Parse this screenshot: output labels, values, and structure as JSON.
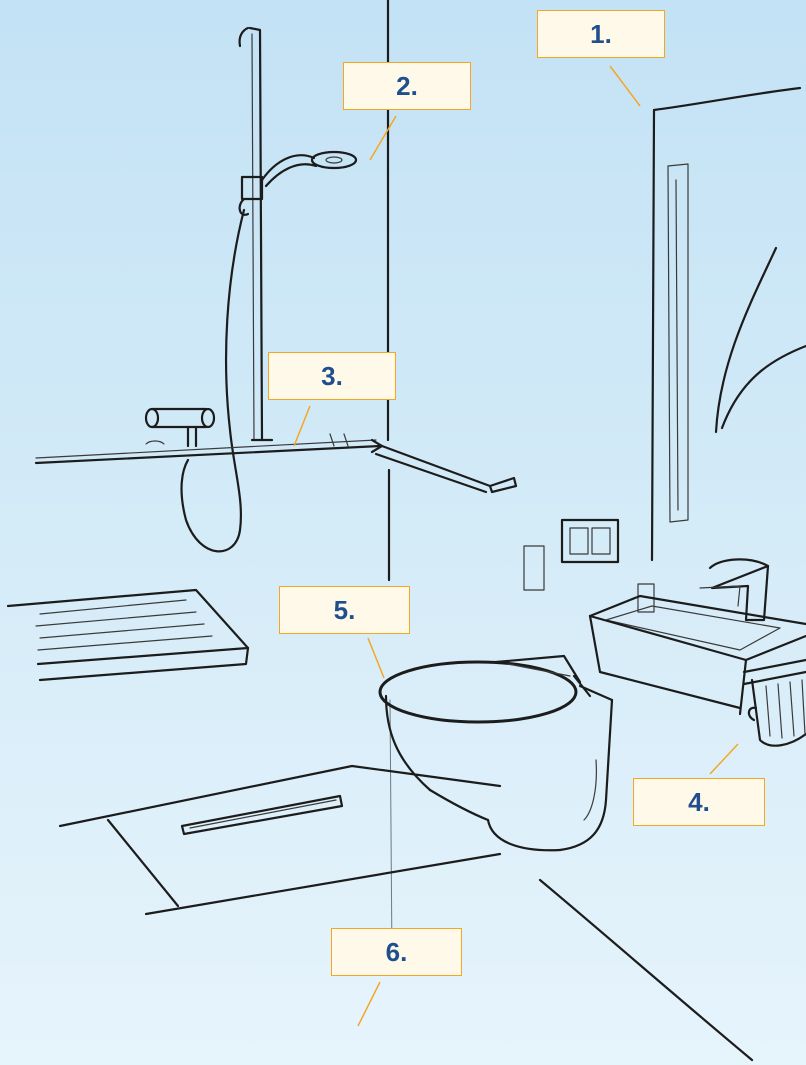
{
  "callouts": [
    {
      "id": "1",
      "label": "1."
    },
    {
      "id": "2",
      "label": "2."
    },
    {
      "id": "3",
      "label": "3."
    },
    {
      "id": "4",
      "label": "4."
    },
    {
      "id": "5",
      "label": "5."
    },
    {
      "id": "6",
      "label": "6."
    }
  ],
  "colors": {
    "background_top": "#c3e2f5",
    "background_bottom": "#e6f4fc",
    "callout_fill": "#fff9ea",
    "callout_border": "#f5a623",
    "callout_text": "#1f4f8c",
    "line_art": "#1c1c1c"
  }
}
